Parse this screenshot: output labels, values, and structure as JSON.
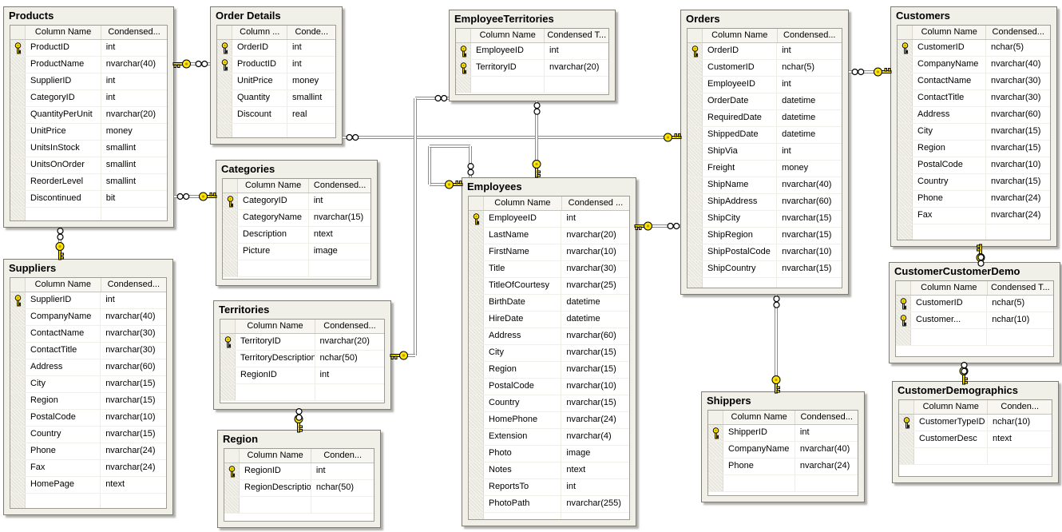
{
  "diagram": {
    "colors": {
      "canvas_bg": "#FFFFFF",
      "window_bg": "#F0EFE8",
      "line_gray": "#8D8D8D",
      "key_yellow": "#FFE600"
    },
    "icons": {
      "primary_key": "key-icon",
      "relationship_one_end": "key-icon",
      "relationship_many_end": "infinity-icon"
    },
    "tables": [
      {
        "name": "Products",
        "headers": [
          "Column Name",
          "Condensed..."
        ],
        "columns": [
          {
            "name": "ProductID",
            "type": "int",
            "pk": true
          },
          {
            "name": "ProductName",
            "type": "nvarchar(40)",
            "pk": false
          },
          {
            "name": "SupplierID",
            "type": "int",
            "pk": false
          },
          {
            "name": "CategoryID",
            "type": "int",
            "pk": false
          },
          {
            "name": "QuantityPerUnit",
            "type": "nvarchar(20)",
            "pk": false
          },
          {
            "name": "UnitPrice",
            "type": "money",
            "pk": false
          },
          {
            "name": "UnitsInStock",
            "type": "smallint",
            "pk": false
          },
          {
            "name": "UnitsOnOrder",
            "type": "smallint",
            "pk": false
          },
          {
            "name": "ReorderLevel",
            "type": "smallint",
            "pk": false
          },
          {
            "name": "Discontinued",
            "type": "bit",
            "pk": false
          }
        ]
      },
      {
        "name": "Order Details",
        "headers": [
          "Column ...",
          "Conde..."
        ],
        "columns": [
          {
            "name": "OrderID",
            "type": "int",
            "pk": true
          },
          {
            "name": "ProductID",
            "type": "int",
            "pk": true
          },
          {
            "name": "UnitPrice",
            "type": "money",
            "pk": false
          },
          {
            "name": "Quantity",
            "type": "smallint",
            "pk": false
          },
          {
            "name": "Discount",
            "type": "real",
            "pk": false
          }
        ]
      },
      {
        "name": "Categories",
        "headers": [
          "Column Name",
          "Condensed..."
        ],
        "columns": [
          {
            "name": "CategoryID",
            "type": "int",
            "pk": true
          },
          {
            "name": "CategoryName",
            "type": "nvarchar(15)",
            "pk": false
          },
          {
            "name": "Description",
            "type": "ntext",
            "pk": false
          },
          {
            "name": "Picture",
            "type": "image",
            "pk": false
          }
        ]
      },
      {
        "name": "Territories",
        "headers": [
          "Column Name",
          "Condensed..."
        ],
        "columns": [
          {
            "name": "TerritoryID",
            "type": "nvarchar(20)",
            "pk": true
          },
          {
            "name": "TerritoryDescription",
            "type": "nchar(50)",
            "pk": false
          },
          {
            "name": "RegionID",
            "type": "int",
            "pk": false
          }
        ]
      },
      {
        "name": "Region",
        "headers": [
          "Column Name",
          "Conden..."
        ],
        "columns": [
          {
            "name": "RegionID",
            "type": "int",
            "pk": true
          },
          {
            "name": "RegionDescription",
            "type": "nchar(50)",
            "pk": false
          }
        ]
      },
      {
        "name": "Suppliers",
        "headers": [
          "Column Name",
          "Condensed..."
        ],
        "columns": [
          {
            "name": "SupplierID",
            "type": "int",
            "pk": true
          },
          {
            "name": "CompanyName",
            "type": "nvarchar(40)",
            "pk": false
          },
          {
            "name": "ContactName",
            "type": "nvarchar(30)",
            "pk": false
          },
          {
            "name": "ContactTitle",
            "type": "nvarchar(30)",
            "pk": false
          },
          {
            "name": "Address",
            "type": "nvarchar(60)",
            "pk": false
          },
          {
            "name": "City",
            "type": "nvarchar(15)",
            "pk": false
          },
          {
            "name": "Region",
            "type": "nvarchar(15)",
            "pk": false
          },
          {
            "name": "PostalCode",
            "type": "nvarchar(10)",
            "pk": false
          },
          {
            "name": "Country",
            "type": "nvarchar(15)",
            "pk": false
          },
          {
            "name": "Phone",
            "type": "nvarchar(24)",
            "pk": false
          },
          {
            "name": "Fax",
            "type": "nvarchar(24)",
            "pk": false
          },
          {
            "name": "HomePage",
            "type": "ntext",
            "pk": false
          }
        ]
      },
      {
        "name": "EmployeeTerritories",
        "headers": [
          "Column Name",
          "Condensed T..."
        ],
        "columns": [
          {
            "name": "EmployeeID",
            "type": "int",
            "pk": true
          },
          {
            "name": "TerritoryID",
            "type": "nvarchar(20)",
            "pk": true
          }
        ]
      },
      {
        "name": "Employees",
        "headers": [
          "Column Name",
          "Condensed ..."
        ],
        "columns": [
          {
            "name": "EmployeeID",
            "type": "int",
            "pk": true
          },
          {
            "name": "LastName",
            "type": "nvarchar(20)",
            "pk": false
          },
          {
            "name": "FirstName",
            "type": "nvarchar(10)",
            "pk": false
          },
          {
            "name": "Title",
            "type": "nvarchar(30)",
            "pk": false
          },
          {
            "name": "TitleOfCourtesy",
            "type": "nvarchar(25)",
            "pk": false
          },
          {
            "name": "BirthDate",
            "type": "datetime",
            "pk": false
          },
          {
            "name": "HireDate",
            "type": "datetime",
            "pk": false
          },
          {
            "name": "Address",
            "type": "nvarchar(60)",
            "pk": false
          },
          {
            "name": "City",
            "type": "nvarchar(15)",
            "pk": false
          },
          {
            "name": "Region",
            "type": "nvarchar(15)",
            "pk": false
          },
          {
            "name": "PostalCode",
            "type": "nvarchar(10)",
            "pk": false
          },
          {
            "name": "Country",
            "type": "nvarchar(15)",
            "pk": false
          },
          {
            "name": "HomePhone",
            "type": "nvarchar(24)",
            "pk": false
          },
          {
            "name": "Extension",
            "type": "nvarchar(4)",
            "pk": false
          },
          {
            "name": "Photo",
            "type": "image",
            "pk": false
          },
          {
            "name": "Notes",
            "type": "ntext",
            "pk": false
          },
          {
            "name": "ReportsTo",
            "type": "int",
            "pk": false
          },
          {
            "name": "PhotoPath",
            "type": "nvarchar(255)",
            "pk": false
          }
        ]
      },
      {
        "name": "Orders",
        "headers": [
          "Column Name",
          "Condensed..."
        ],
        "columns": [
          {
            "name": "OrderID",
            "type": "int",
            "pk": true
          },
          {
            "name": "CustomerID",
            "type": "nchar(5)",
            "pk": false
          },
          {
            "name": "EmployeeID",
            "type": "int",
            "pk": false
          },
          {
            "name": "OrderDate",
            "type": "datetime",
            "pk": false
          },
          {
            "name": "RequiredDate",
            "type": "datetime",
            "pk": false
          },
          {
            "name": "ShippedDate",
            "type": "datetime",
            "pk": false
          },
          {
            "name": "ShipVia",
            "type": "int",
            "pk": false
          },
          {
            "name": "Freight",
            "type": "money",
            "pk": false
          },
          {
            "name": "ShipName",
            "type": "nvarchar(40)",
            "pk": false
          },
          {
            "name": "ShipAddress",
            "type": "nvarchar(60)",
            "pk": false
          },
          {
            "name": "ShipCity",
            "type": "nvarchar(15)",
            "pk": false
          },
          {
            "name": "ShipRegion",
            "type": "nvarchar(15)",
            "pk": false
          },
          {
            "name": "ShipPostalCode",
            "type": "nvarchar(10)",
            "pk": false
          },
          {
            "name": "ShipCountry",
            "type": "nvarchar(15)",
            "pk": false
          }
        ]
      },
      {
        "name": "Shippers",
        "headers": [
          "Column Name",
          "Condensed..."
        ],
        "columns": [
          {
            "name": "ShipperID",
            "type": "int",
            "pk": true
          },
          {
            "name": "CompanyName",
            "type": "nvarchar(40)",
            "pk": false
          },
          {
            "name": "Phone",
            "type": "nvarchar(24)",
            "pk": false
          }
        ]
      },
      {
        "name": "Customers",
        "headers": [
          "Column Name",
          "Condensed..."
        ],
        "columns": [
          {
            "name": "CustomerID",
            "type": "nchar(5)",
            "pk": true
          },
          {
            "name": "CompanyName",
            "type": "nvarchar(40)",
            "pk": false
          },
          {
            "name": "ContactName",
            "type": "nvarchar(30)",
            "pk": false
          },
          {
            "name": "ContactTitle",
            "type": "nvarchar(30)",
            "pk": false
          },
          {
            "name": "Address",
            "type": "nvarchar(60)",
            "pk": false
          },
          {
            "name": "City",
            "type": "nvarchar(15)",
            "pk": false
          },
          {
            "name": "Region",
            "type": "nvarchar(15)",
            "pk": false
          },
          {
            "name": "PostalCode",
            "type": "nvarchar(10)",
            "pk": false
          },
          {
            "name": "Country",
            "type": "nvarchar(15)",
            "pk": false
          },
          {
            "name": "Phone",
            "type": "nvarchar(24)",
            "pk": false
          },
          {
            "name": "Fax",
            "type": "nvarchar(24)",
            "pk": false
          }
        ]
      },
      {
        "name": "CustomerCustomerDemo",
        "headers": [
          "Column Name",
          "Condensed T..."
        ],
        "columns": [
          {
            "name": "CustomerID",
            "type": "nchar(5)",
            "pk": true
          },
          {
            "name": "Customer...",
            "type": "nchar(10)",
            "pk": true
          }
        ]
      },
      {
        "name": "CustomerDemographics",
        "headers": [
          "Column Name",
          "Conden..."
        ],
        "columns": [
          {
            "name": "CustomerTypeID",
            "type": "nchar(10)",
            "pk": true
          },
          {
            "name": "CustomerDesc",
            "type": "ntext",
            "pk": false
          }
        ]
      }
    ],
    "relationships": [
      {
        "id": "products_orderdetails",
        "one": "Products",
        "many": "Order Details"
      },
      {
        "id": "categories_products",
        "one": "Categories",
        "many": "Products"
      },
      {
        "id": "suppliers_products",
        "one": "Suppliers",
        "many": "Products"
      },
      {
        "id": "orders_orderdetails",
        "one": "Orders",
        "many": "Order Details"
      },
      {
        "id": "employees_employeeterritories",
        "one": "Employees",
        "many": "EmployeeTerritories"
      },
      {
        "id": "territories_employeeterritories",
        "one": "Territories",
        "many": "EmployeeTerritories"
      },
      {
        "id": "employees_reportsto",
        "one": "Employees",
        "many": "Employees"
      },
      {
        "id": "employees_orders",
        "one": "Employees",
        "many": "Orders"
      },
      {
        "id": "customers_orders",
        "one": "Customers",
        "many": "Orders"
      },
      {
        "id": "shippers_orders",
        "one": "Shippers",
        "many": "Orders"
      },
      {
        "id": "customers_customercustomerdemo",
        "one": "Customers",
        "many": "CustomerCustomerDemo"
      },
      {
        "id": "customerdemographics_customercustomerdemo",
        "one": "CustomerDemographics",
        "many": "CustomerCustomerDemo"
      },
      {
        "id": "region_territories",
        "one": "Region",
        "many": "Territories"
      }
    ]
  }
}
